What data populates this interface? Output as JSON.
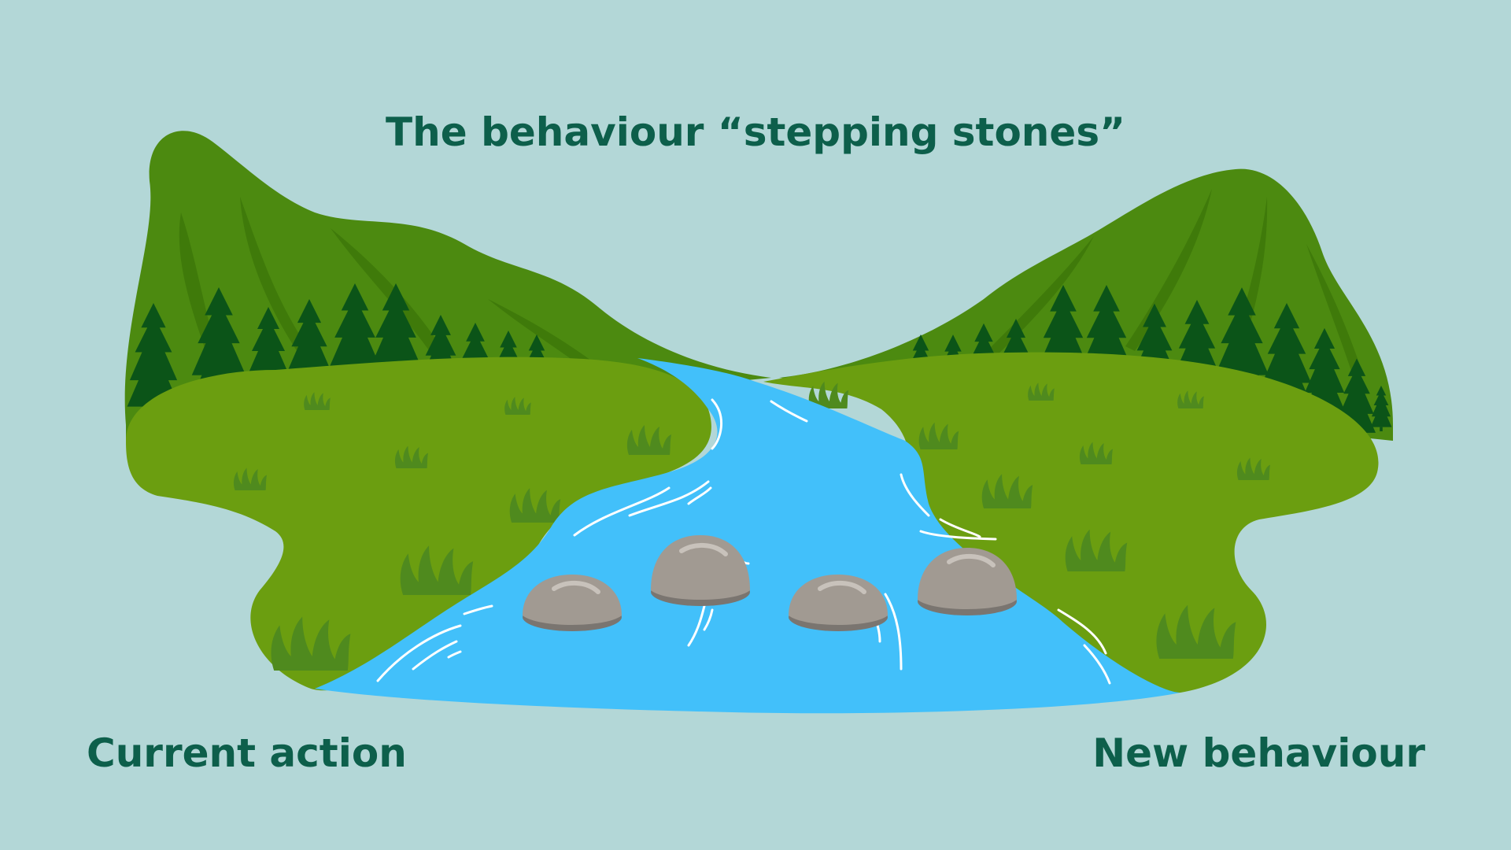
{
  "title": "The behaviour “stepping stones”",
  "labels": {
    "start": "Current action",
    "end": "New behaviour"
  },
  "colors": {
    "background": "#b3d7d7",
    "text": "#0d5f4b",
    "mountain": "#4c8a10",
    "mountain_shade": "#3f7a0a",
    "trees": "#0b5418",
    "grass": "#6b9e10",
    "grass_tuft": "#4f8a1e",
    "river": "#42c0fa",
    "stone": "#a19a92",
    "stone_shadow": "#7a7570"
  },
  "stones": {
    "count": 4
  },
  "icons": [
    "mountain-icon",
    "pine-tree-icon",
    "grass-tuft-icon",
    "river-icon",
    "stone-icon"
  ]
}
